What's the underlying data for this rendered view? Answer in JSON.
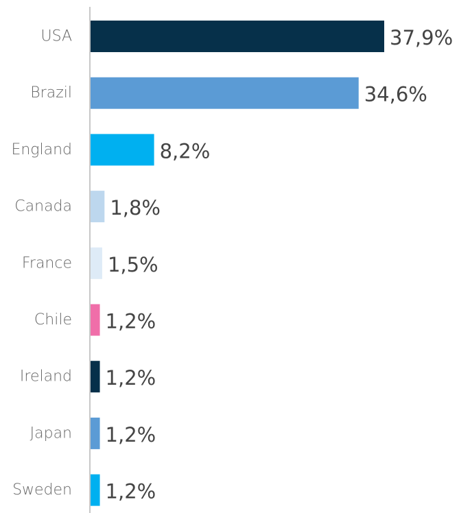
{
  "chart_data": {
    "type": "bar",
    "orientation": "horizontal",
    "categories": [
      "USA",
      "Brazil",
      "England",
      "Canada",
      "France",
      "Chile",
      "Ireland",
      "Japan",
      "Sweden"
    ],
    "values": [
      37.9,
      34.6,
      8.2,
      1.8,
      1.5,
      1.2,
      1.2,
      1.2,
      1.2
    ],
    "value_labels": [
      "37,9%",
      "34,6%",
      "8,2%",
      "1,8%",
      "1,5%",
      "1,2%",
      "1,2%",
      "1,2%",
      "1,2%"
    ],
    "colors": [
      "#06304a",
      "#5b9bd5",
      "#00b0f0",
      "#bdd7ee",
      "#deebf7",
      "#f06ea9",
      "#06304a",
      "#5b9bd5",
      "#00b0f0"
    ],
    "axis_color": "#c8c8c8",
    "xlim": [
      0,
      37.9
    ],
    "grid": false,
    "legend": "none"
  }
}
